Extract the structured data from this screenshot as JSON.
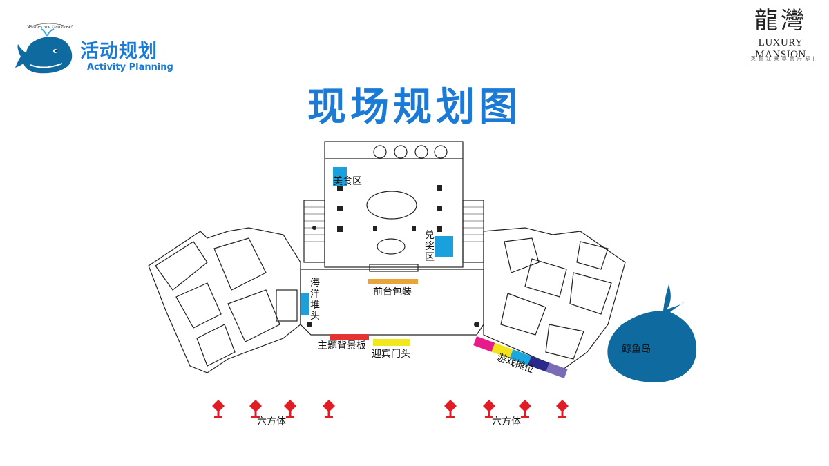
{
  "header": {
    "brand_cn": "活动规划",
    "brand_en": "Activity Planning",
    "whale_caption": "Whales are Unicorns!",
    "lux_cn": "龍灣",
    "lux_en": "LUXURY MANSION",
    "lux_tagline": "| 英 德 江 景 尊 贵 府 邸 |"
  },
  "title": "现场规划图",
  "labels": {
    "food_area": "美食区",
    "prize_area": "兑奖区",
    "ocean_pile": "海洋堆头",
    "front_desk": "前台包装",
    "theme_board": "主题背景板",
    "welcome_gate": "迎宾门头",
    "game_booth": "游戏摊位",
    "whale_island": "鲸鱼岛",
    "cube_left": "六方体",
    "cube_right": "六方体"
  },
  "colors": {
    "brand_blue": "#1a7ad6",
    "whale": "#0f6aa0",
    "food_area": "#1aa0dc",
    "prize_area": "#1aa0dc",
    "ocean_pile": "#1aa0dc",
    "front_desk": "#e8a43a",
    "theme_board": "#e53333",
    "welcome_gate": "#f0e81c",
    "game_booth": [
      "#e61c8c",
      "#f4e21a",
      "#19a7e0",
      "#2a2a8a",
      "#7a6bb6"
    ],
    "cube": "#e01d25"
  },
  "icons": [
    "whale-logo-icon",
    "cube-icon"
  ]
}
